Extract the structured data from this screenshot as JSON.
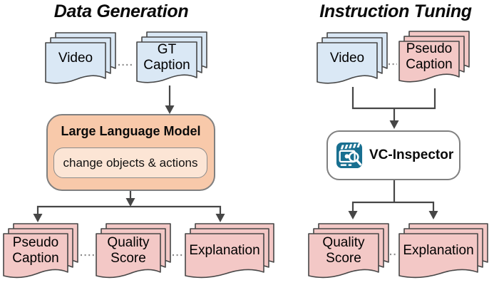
{
  "left_panel": {
    "title": "Data Generation",
    "inputs": {
      "video": "Video",
      "gt_caption": "GT Caption"
    },
    "llm_box": {
      "title": "Large Language Model",
      "operation": "change objects & actions"
    },
    "outputs": {
      "pseudo_caption": "Pseudo Caption",
      "quality_score": "Quality Score",
      "explanation": "Explanation"
    }
  },
  "right_panel": {
    "title": "Instruction Tuning",
    "inputs": {
      "video": "Video",
      "pseudo_caption": "Pseudo Caption"
    },
    "model_box": {
      "name": "VC-Inspector",
      "icon": "clapperboard-magnifier-icon"
    },
    "outputs": {
      "quality_score": "Quality Score",
      "explanation": "Explanation"
    }
  },
  "colors": {
    "doc_blue": "#dae8f5",
    "doc_pink": "#f3c8c6",
    "doc_border": "#474747",
    "llm_fill": "#f8c9aa",
    "llm_inner": "#fce5d5",
    "box_border": "#808080",
    "arrow": "#464646",
    "dots_color": "#8a8a8a",
    "icon_teal": "#186f90"
  }
}
